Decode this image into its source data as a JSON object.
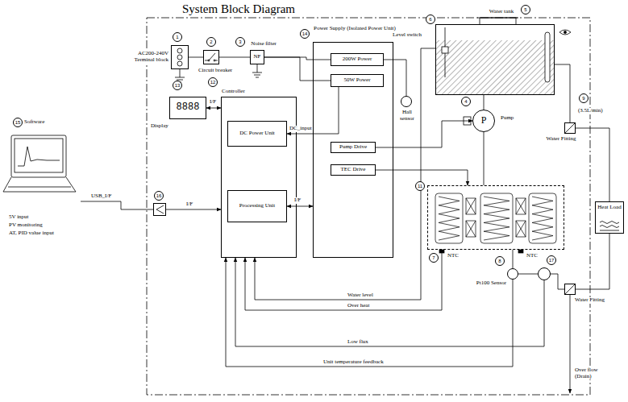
{
  "diagram": {
    "title": "System Block Diagram",
    "nodes": [
      {
        "text": [
          "AC200-240V Terminal block"
        ]
      },
      {
        "text": [
          "Circuit breaker"
        ]
      },
      {
        "text": [
          "Noise filter",
          "NF"
        ]
      },
      {
        "text": [
          "Power Supply (Isolated Power Unit)"
        ]
      },
      {
        "text": [
          "200W Power"
        ],
        "in": 3
      },
      {
        "text": [
          "50W Power"
        ],
        "in": 3
      },
      {
        "text": [
          "Pump Drive"
        ],
        "in": 3
      },
      {
        "text": [
          "TEC Drive"
        ],
        "in": 3
      },
      {
        "text": [
          "Controller"
        ]
      },
      {
        "text": [
          "DC Power Unit"
        ],
        "in": 8
      },
      {
        "text": [
          "Processing Unit"
        ],
        "in": 8
      },
      {
        "text": [
          "Display",
          "8888"
        ]
      },
      {
        "text": [
          "Software"
        ]
      },
      {
        "text": [
          "16"
        ]
      },
      {
        "text": [
          "Water tank"
        ]
      },
      {
        "text": [
          "Pump",
          "P"
        ]
      },
      {
        "text": [
          "Hall sensor"
        ]
      },
      {
        "text": [
          "11"
        ]
      },
      {
        "text": [
          "Pt100 Sensor"
        ]
      },
      {
        "text": [
          "17"
        ]
      },
      {
        "text": [
          "Water Fitting"
        ]
      },
      {
        "text": [
          "Water Fitting"
        ]
      },
      {
        "text": [
          "Heat Load"
        ]
      }
    ],
    "edges": [
      {
        "from": 0,
        "to": 1,
        "arrow": "none"
      },
      {
        "from": 1,
        "to": 2,
        "arrow": "none"
      },
      {
        "from": 2,
        "to": 4,
        "arrow": "none"
      },
      {
        "from": 2,
        "to": 5,
        "arrow": "none"
      },
      {
        "from": 5,
        "to": 9,
        "arrow": "to",
        "label": "DC_input"
      },
      {
        "from": 11,
        "to": 8,
        "arrow": "both",
        "label": "I/F"
      },
      {
        "from": 12,
        "to": 13,
        "arrow": "none",
        "label": "USB_I/F"
      },
      {
        "from": 13,
        "to": 8,
        "arrow": "to",
        "label": "I/F"
      },
      {
        "from": 10,
        "to": 3,
        "arrow": "both",
        "label": "I/F"
      },
      {
        "from": 6,
        "to": 15,
        "arrow": "to"
      },
      {
        "from": 7,
        "to": 17,
        "arrow": "to"
      },
      {
        "from": 4,
        "to": 16,
        "arrow": "none"
      },
      {
        "from": 14,
        "to": 8,
        "arrow": "to",
        "label": "Water level"
      },
      {
        "from": 17,
        "to": 8,
        "arrow": "to",
        "label": "Over heat"
      },
      {
        "from": 19,
        "to": 8,
        "arrow": "to",
        "label": "Low flux"
      },
      {
        "from": 18,
        "to": 8,
        "arrow": "to",
        "label": "Unit temperature feedback"
      },
      {
        "from": 14,
        "to": 15,
        "arrow": "none"
      },
      {
        "from": 15,
        "to": 17,
        "arrow": "none"
      },
      {
        "from": 17,
        "to": 18,
        "arrow": "none"
      },
      {
        "from": 18,
        "to": 19,
        "arrow": "none"
      },
      {
        "from": 19,
        "to": 21,
        "arrow": "none"
      },
      {
        "from": 21,
        "to": 22,
        "arrow": "none"
      },
      {
        "from": 22,
        "to": 20,
        "arrow": "none"
      },
      {
        "from": 20,
        "to": 14,
        "arrow": "none"
      }
    ],
    "labels": [
      "1",
      "2",
      "3",
      "14",
      "5",
      "6",
      "12",
      "13",
      "4",
      "7",
      "8",
      "9",
      "15",
      "Level switch",
      "NTC",
      "NTC",
      "(3.5L/min)",
      "Over flow (Drain)",
      "5V input",
      "PV monitoring",
      "AT, PID value input"
    ]
  }
}
